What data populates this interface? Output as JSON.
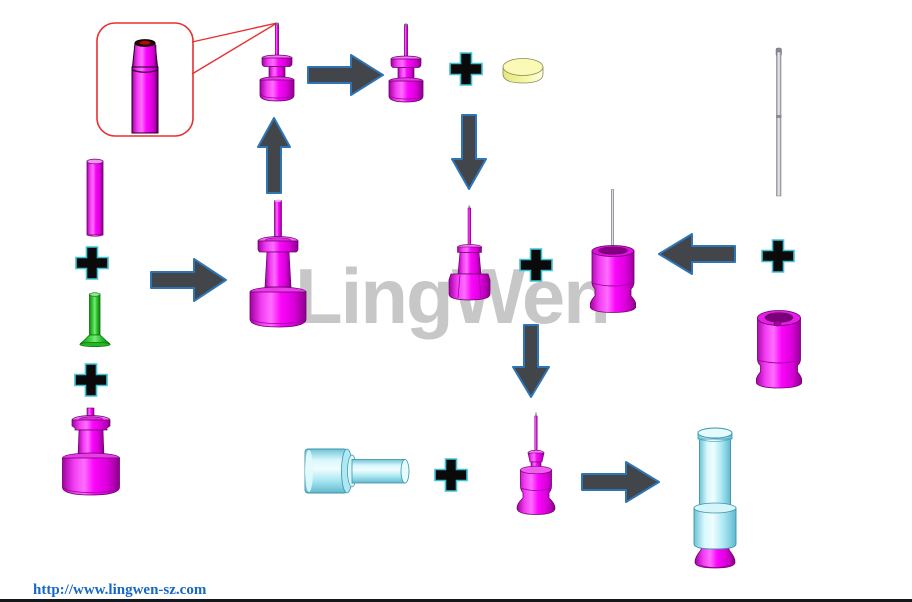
{
  "watermark": {
    "text": "LingWen",
    "color": "#C7C7C7"
  },
  "footer": {
    "url_text": "http://www.lingwen-sz.com",
    "color": "#1568C6"
  },
  "palette": {
    "background": "#FFFFFF",
    "magenta_part": "#FA00FA",
    "green_part": "#2EC22E",
    "cyan_part": "#C8F2F8",
    "yellow_part": "#F6F6A6",
    "steel_needle": "#C6C6D0",
    "arrow_fill": "#424549",
    "arrow_outline": "#2E75B6",
    "plus_fill": "#0A0A0A",
    "plus_outline": "#3EC3D5",
    "callout_outline": "#E83030",
    "bottom_border": "#14181B"
  },
  "diagram": {
    "type": "assembly-flow",
    "parts": [
      "tip-detail-callout",
      "plastic-needle-hub",
      "plastic-needle-hub-2",
      "yellow-seal-disc",
      "magenta-tube",
      "green-funnel",
      "base-hub",
      "large-hub-subassembly",
      "mid-needle-subassembly",
      "steel-needle-hub",
      "steel-cannula",
      "inner-cap",
      "outer-shield-cap",
      "needle-with-skirt",
      "assembled-pen-needle"
    ],
    "operator_icons": {
      "plus_count": 6,
      "arrow_count": 7
    }
  }
}
